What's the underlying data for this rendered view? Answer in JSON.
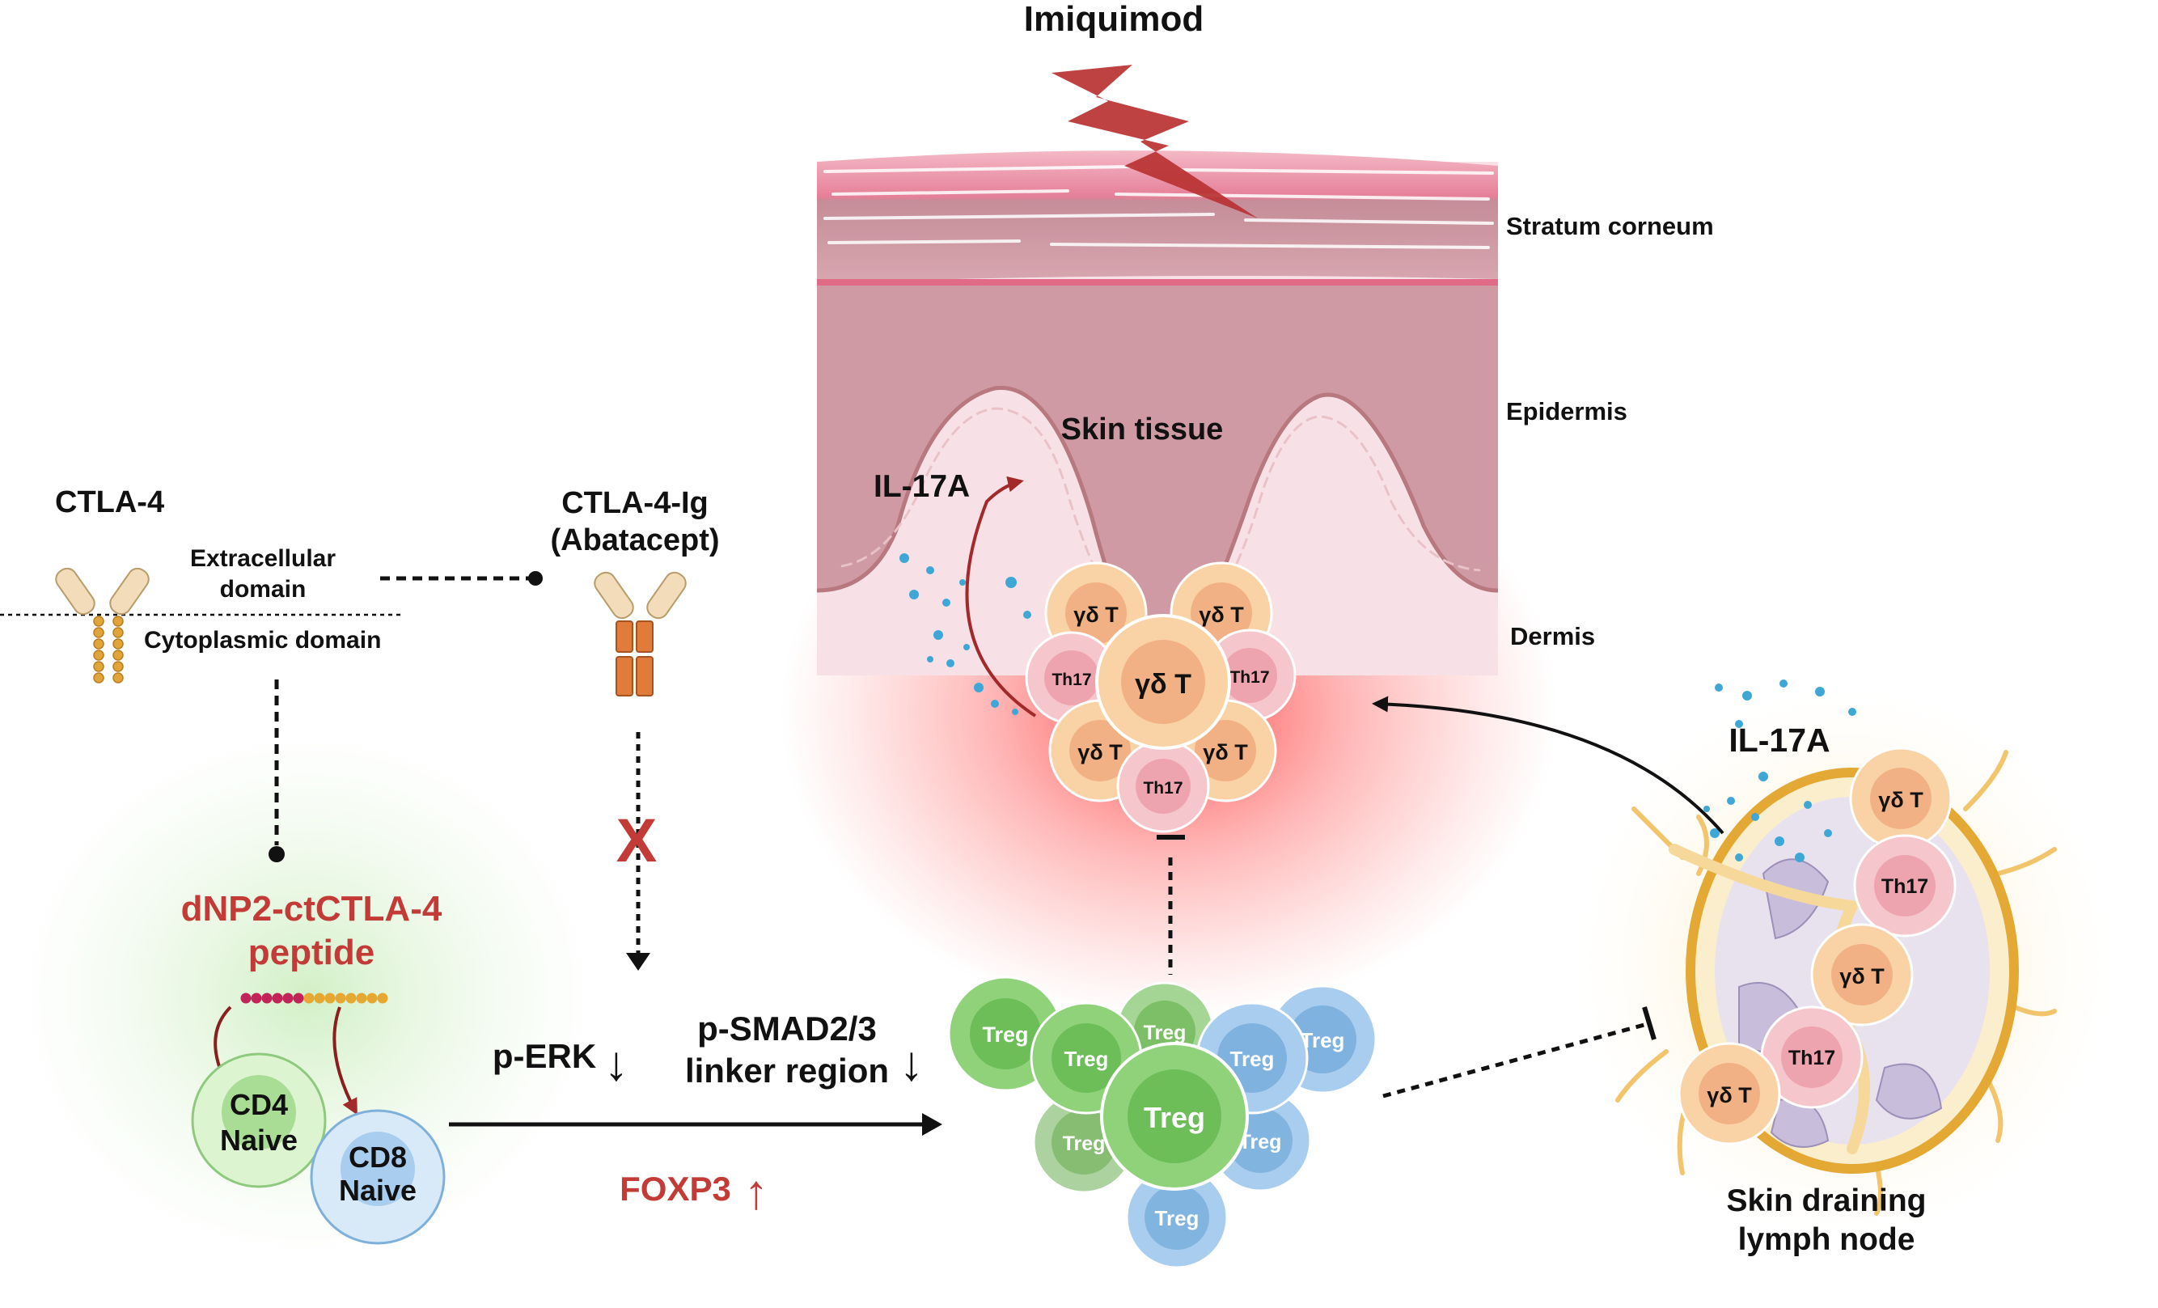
{
  "title": "Imiquimod",
  "skin": {
    "tissue_label": "Skin tissue",
    "layers": [
      "Stratum corneum",
      "Epidermis",
      "Dermis"
    ]
  },
  "ctla4": {
    "title": "CTLA-4",
    "extracellular": [
      "Extracellular",
      "domain"
    ],
    "cytoplasmic": "Cytoplasmic domain"
  },
  "ctla4_ig": {
    "line1": "CTLA-4-Ig",
    "line2": "(Abatacept)"
  },
  "block_mark": "X",
  "peptide": {
    "line1": "dNP2-ctCTLA-4",
    "line2": "peptide"
  },
  "naive_cells": [
    {
      "name": "CD4",
      "sub": "Naive"
    },
    {
      "name": "CD8",
      "sub": "Naive"
    }
  ],
  "signals": {
    "perk": "p-ERK",
    "psmad_line1": "p-SMAD2/3",
    "psmad_line2": "linker region",
    "foxp3": "FOXP3",
    "down_arrow": "↓",
    "up_arrow": "↑"
  },
  "cytokine": "IL-17A",
  "cell_labels": {
    "gdt": "γδ T",
    "th17": "Th17",
    "treg": "Treg"
  },
  "lymph_node": {
    "line1": "Skin draining",
    "line2": "lymph node"
  },
  "colors": {
    "skin_top": "#e88aa0",
    "skin_epidermis": "#d49aa5",
    "dermis": "#f7dde2",
    "inflammation": "#ff3b3b",
    "treg_green": "#8fd27a",
    "treg_blue": "#a9cdee",
    "gdt": "#f6c79f",
    "th17": "#f3b9c2",
    "accent_red": "#c23b36"
  }
}
